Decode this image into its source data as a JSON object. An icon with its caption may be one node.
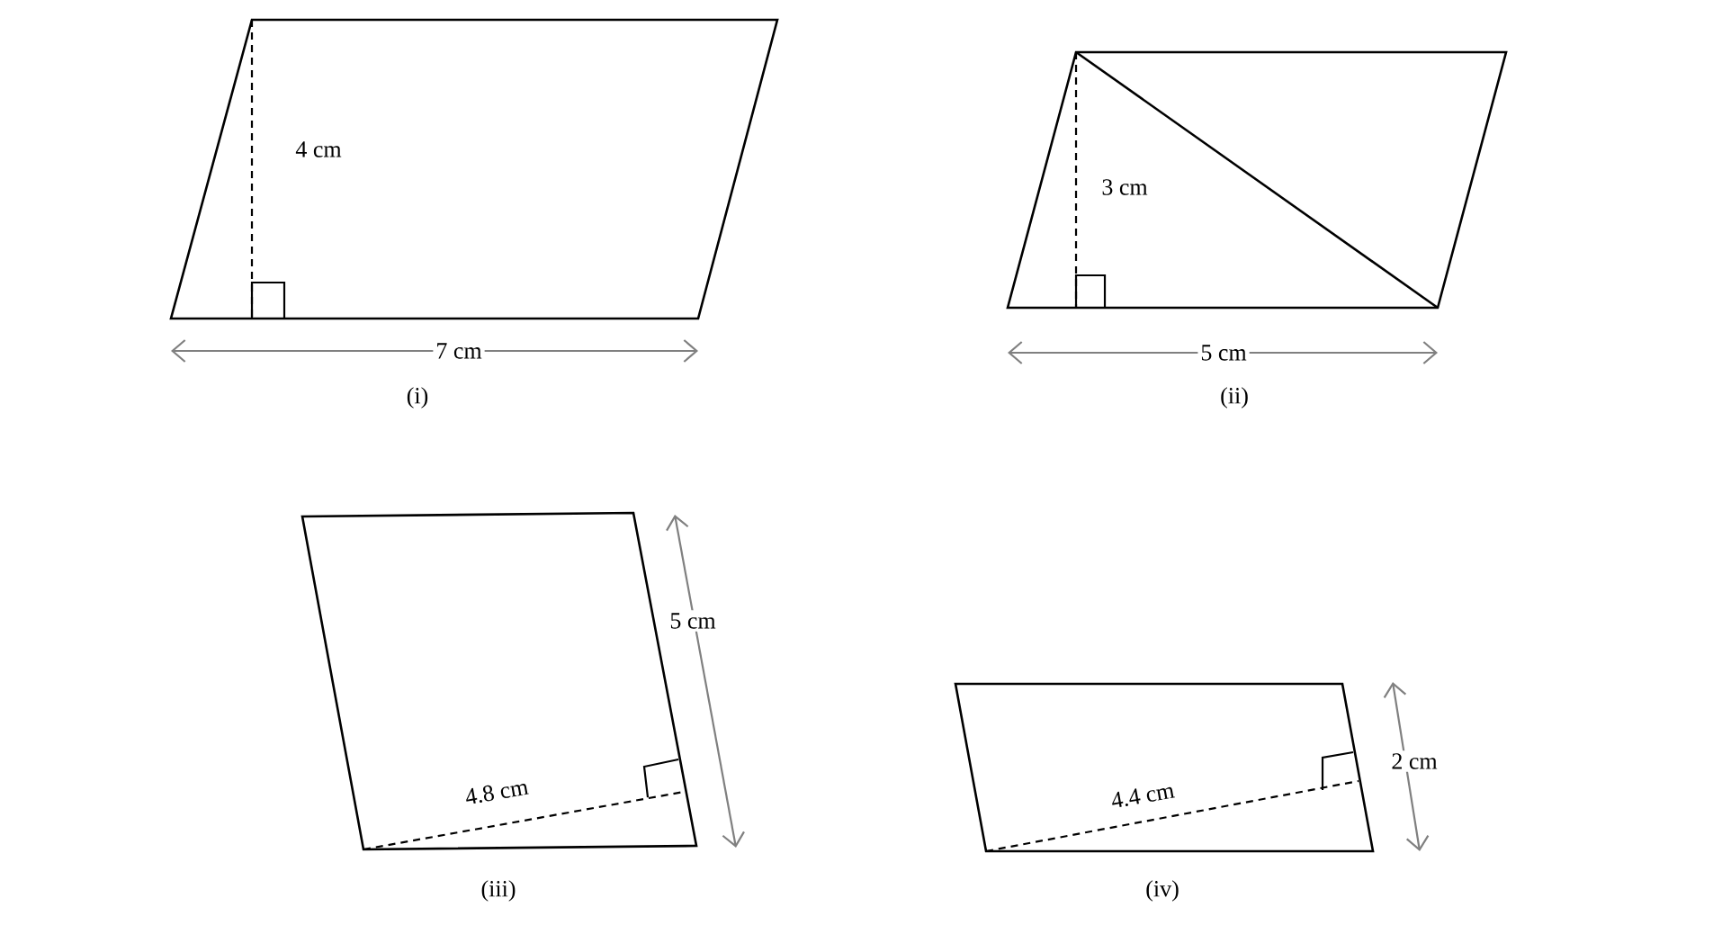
{
  "diagram": {
    "labels": [
      "4 cm",
      "7 cm",
      "(i)",
      "3 cm",
      "5 cm",
      "(ii)",
      "5 cm",
      "4.8 cm",
      "(iii)",
      "2 cm",
      "4.4 cm",
      "(iv)"
    ]
  }
}
